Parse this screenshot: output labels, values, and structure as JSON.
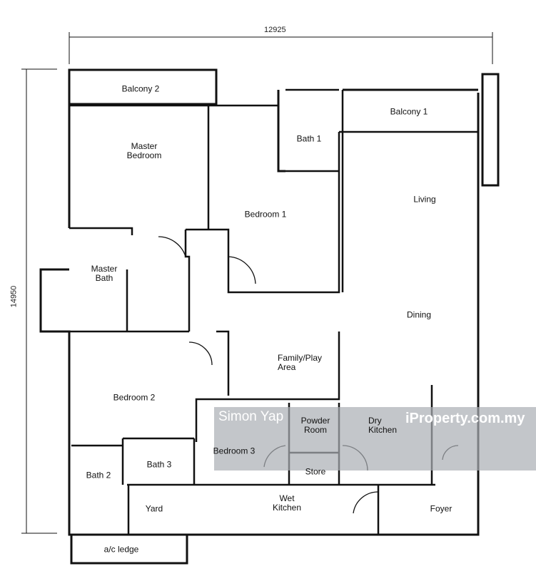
{
  "dimensions": {
    "width_mm": "12925",
    "height_mm": "14950"
  },
  "rooms": {
    "balcony2": "Balcony 2",
    "master_bedroom": [
      "Master",
      "Bedroom"
    ],
    "bath1": "Bath 1",
    "balcony1": "Balcony 1",
    "living": "Living",
    "bedroom1": "Bedroom 1",
    "master_bath": [
      "Master",
      "Bath"
    ],
    "dining": "Dining",
    "family": [
      "Family/Play",
      "Area"
    ],
    "bedroom2": "Bedroom 2",
    "powder": [
      "Powder",
      "Room"
    ],
    "dry_kitchen": [
      "Dry",
      "Kitchen"
    ],
    "bath3": "Bath 3",
    "bedroom3": "Bedroom 3",
    "store": "Store",
    "bath2": "Bath 2",
    "wet_kitchen": [
      "Wet",
      "Kitchen"
    ],
    "yard": "Yard",
    "foyer": "Foyer",
    "ac_ledge": "a/c ledge"
  },
  "watermark": {
    "logo": "iProperty.com.my",
    "agent": "Simon Yap"
  }
}
